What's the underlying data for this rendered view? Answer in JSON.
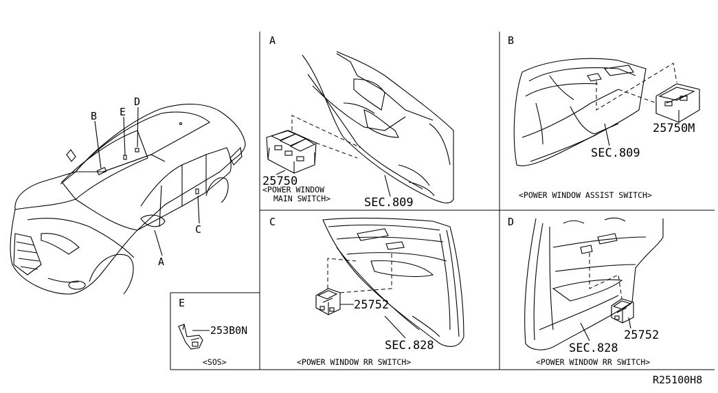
{
  "panels": {
    "car": {
      "callouts": {
        "a": "A",
        "b": "B",
        "c": "C",
        "d": "D",
        "e": "E"
      }
    },
    "a": {
      "letter": "A",
      "part_no": "25750",
      "caption_line1": "<POWER WINDOW",
      "caption_line2": "MAIN SWITCH>",
      "sec": "SEC.809"
    },
    "b": {
      "letter": "B",
      "part_no": "25750M",
      "sec": "SEC.809",
      "caption": "<POWER WINDOW ASSIST SWITCH>"
    },
    "c": {
      "letter": "C",
      "part_no": "25752",
      "sec": "SEC.828",
      "caption": "<POWER WINDOW RR SWITCH>"
    },
    "d": {
      "letter": "D",
      "part_no": "25752",
      "sec": "SEC.828",
      "caption": "<POWER WINDOW RR SWITCH>"
    },
    "e": {
      "letter": "E",
      "part_no": "253B0N",
      "caption": "<SOS>"
    }
  },
  "diagram_code": "R25100H8"
}
